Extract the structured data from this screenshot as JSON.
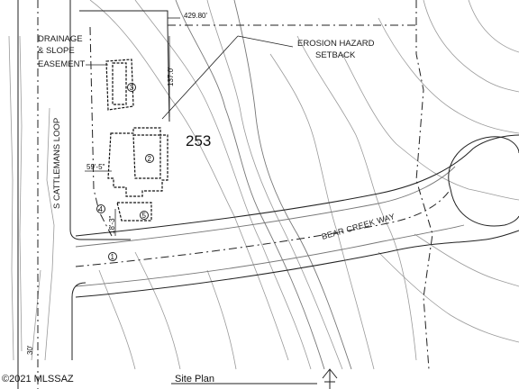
{
  "plan": {
    "lot_number": "253",
    "labels": {
      "drainage_line1": "DRAINAGE",
      "drainage_line2": "& SLOPE",
      "drainage_line3": "EASEMENT",
      "erosion_line1": "EROSION HAZARD",
      "erosion_line2": "SETBACK",
      "street_left": "S CATTLEMANS LOOP",
      "street_right": "BEAR CREEK WAY"
    },
    "dimensions": {
      "top": "429.80'",
      "vertical": "137.0'",
      "left": "59'-5\"",
      "small_vertical": "18'-3\"",
      "left_edge": "30'"
    },
    "markers": [
      "1",
      "2",
      "3",
      "4",
      "5"
    ]
  },
  "footer": {
    "copyright": "©2021 MLSSAZ",
    "title": "Site Plan",
    "north_icon": "north-arrow-icon"
  }
}
